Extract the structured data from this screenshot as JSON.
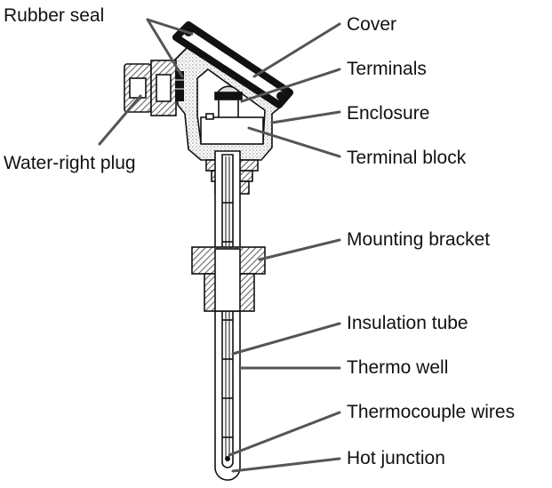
{
  "labels": {
    "rubber_seal": "Rubber seal",
    "water_right_plug": "Water-right plug",
    "cover": "Cover",
    "terminals": "Terminals",
    "enclosure": "Enclosure",
    "terminal_block": "Terminal block",
    "mounting_bracket": "Mounting bracket",
    "insulation_tube": "Insulation tube",
    "thermo_well": "Thermo well",
    "thermocouple_wires": "Thermocouple wires",
    "hot_junction": "Hot junction"
  },
  "colors": {
    "ink": "#111111",
    "leader": "#555555",
    "hatch": "#777777",
    "stipple": "#bbbbbb",
    "background": "#ffffff"
  }
}
